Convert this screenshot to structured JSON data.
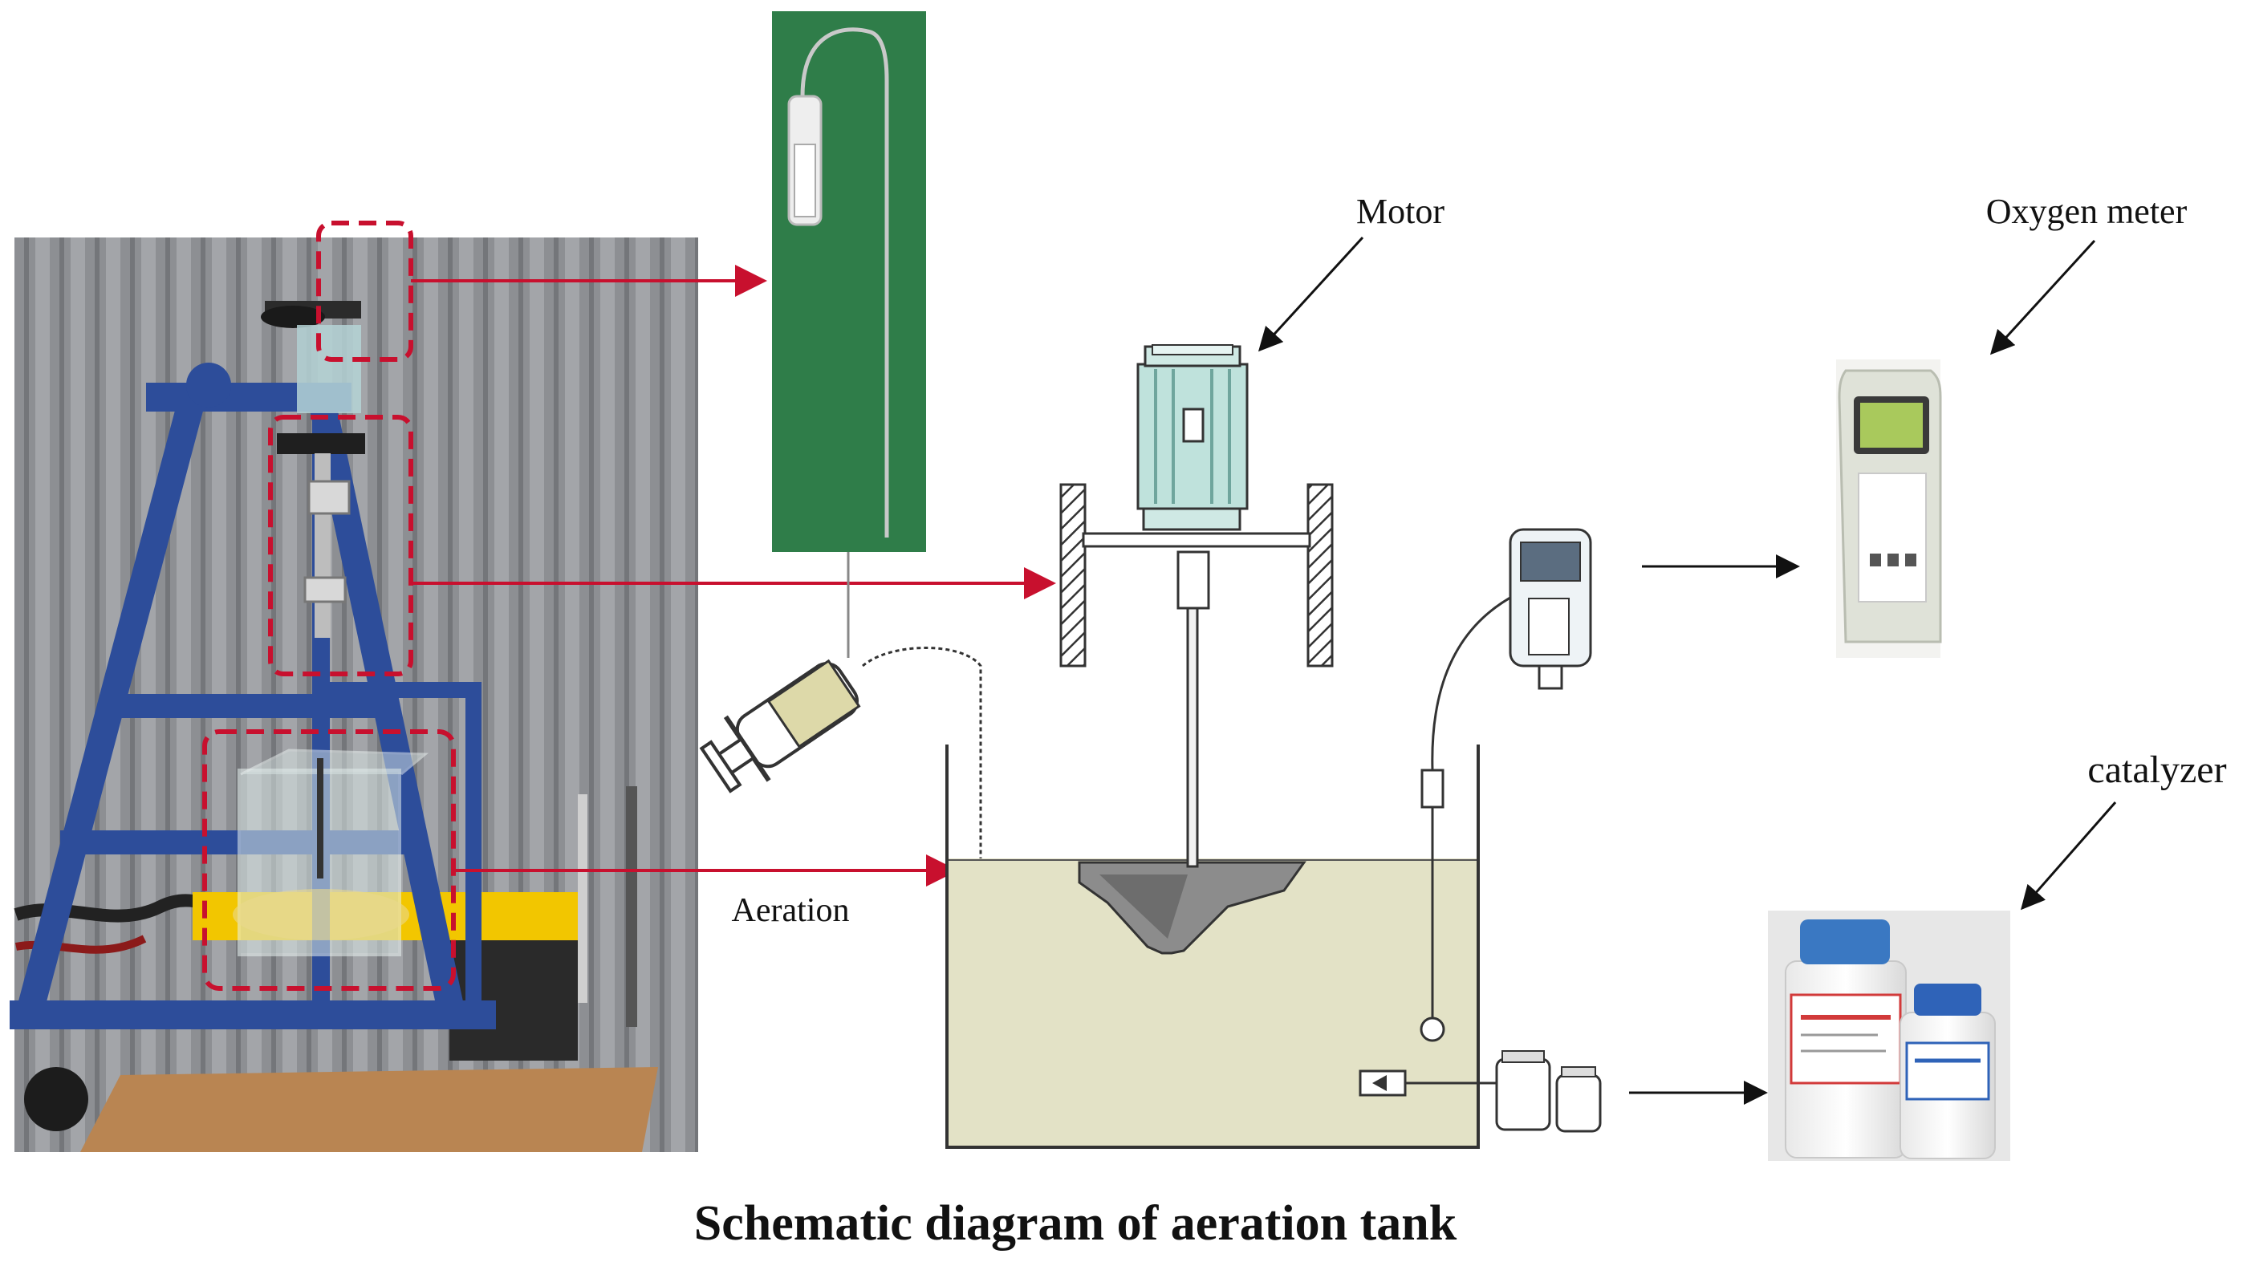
{
  "labels": {
    "motor": "Motor",
    "oxygen_meter": "Oxygen meter",
    "catalyzer": "catalyzer",
    "aeration": "Aeration"
  },
  "caption": "Schematic diagram of aeration tank",
  "colors": {
    "callout": "#c8102e",
    "leader": "#111111",
    "tank_liquid": "#e3e2c6",
    "photo_background": "#8d8f93",
    "frame_blue": "#2d4d9a",
    "cart_yellow": "#f2c600",
    "sampler_board": "#2f7d49",
    "motor_body": "#bfe2dc",
    "meter_screen": "#a9c95c"
  }
}
